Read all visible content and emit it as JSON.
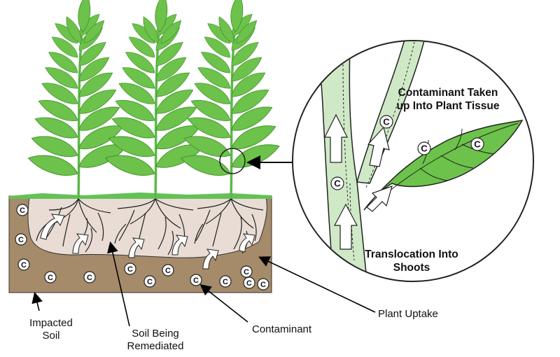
{
  "labels": {
    "impacted_soil": "Impacted Soil",
    "soil_being_remediated": "Soil Being Remediated",
    "contaminant": "Contaminant",
    "plant_uptake": "Plant Uptake",
    "contaminant_taken_up": "Contaminant Taken up Into Plant Tissue",
    "translocation": "Translocation Into Shoots"
  },
  "contaminant_marker": "C",
  "colors": {
    "leaf": "#6cc24a",
    "leaf_dark": "#3f8f2b",
    "stem": "#5cb847",
    "soil": "#a58b6a",
    "remediated_soil": "#e8dcd4",
    "magnified_stem": "#cfe9c6",
    "grass": "#63c155"
  }
}
